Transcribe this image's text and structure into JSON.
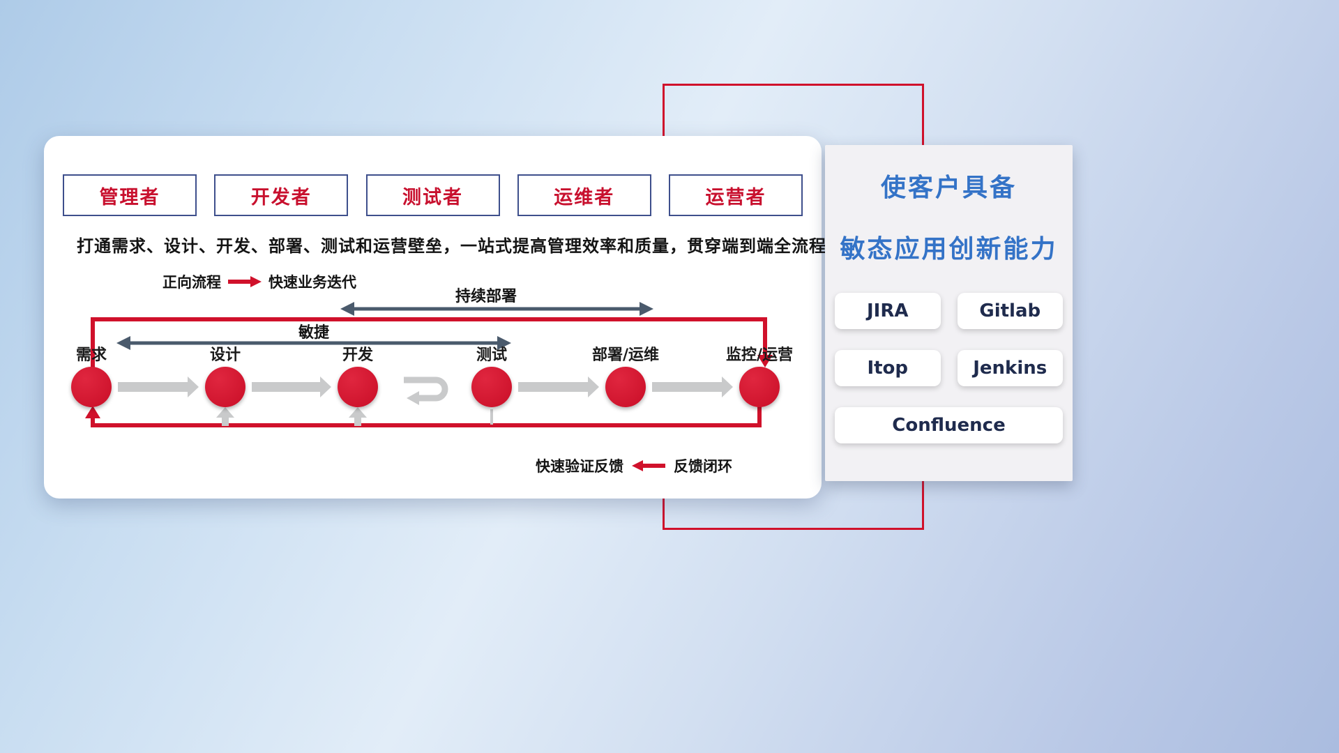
{
  "roles": [
    "管理者",
    "开发者",
    "测试者",
    "运维者",
    "运营者"
  ],
  "description": "打通需求、设计、开发、部署、测试和运营壁垒，一站式提高管理效率和质量，贯穿端到端全流程",
  "legend_forward": {
    "label": "正向流程",
    "value": "快速业务迭代"
  },
  "legend_feedback": {
    "label": "快速验证反馈",
    "value": "反馈闭环"
  },
  "spans": {
    "agile": "敏捷",
    "continuous_deploy": "持续部署"
  },
  "stages": [
    "需求",
    "设计",
    "开发",
    "测试",
    "部署/运维",
    "监控/运营"
  ],
  "right_panel": {
    "title_line1": "使客户具备",
    "title_line2": "敏态应用创新能力",
    "tools": [
      "JIRA",
      "Gitlab",
      "Itop",
      "Jenkins",
      "Confluence"
    ]
  },
  "colors": {
    "accent_red": "#d0112b",
    "title_blue": "#3473c7",
    "role_text_red": "#c8102e",
    "role_border_blue": "#3e4f8c",
    "dark_arrow": "#4a5a6c",
    "gray_arrow": "#c9cacb",
    "tool_text": "#1f2b4d"
  }
}
